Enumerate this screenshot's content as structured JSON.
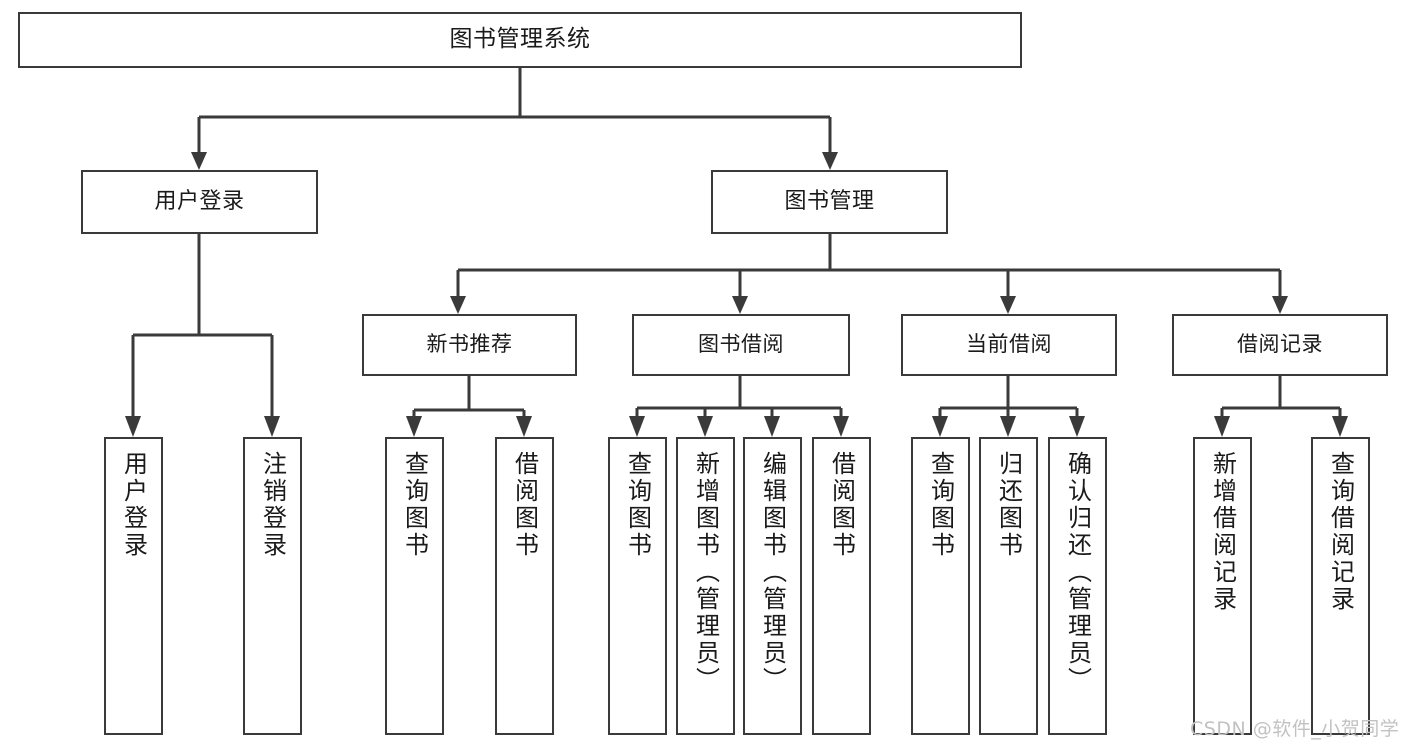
{
  "diagram": {
    "title": "图书管理系统",
    "type": "hierarchy-tree",
    "orientation": "top-down",
    "box_border_color": "#3a3a3a",
    "box_fill_color": "#ffffff",
    "line_color": "#3a3a3a",
    "background_color": "#ffffff",
    "levels": 4,
    "nodes": {
      "root": {
        "label": "图书管理系统",
        "level": 1,
        "text_direction": "horizontal"
      },
      "l2": [
        {
          "id": "user-login",
          "label": "用户登录",
          "level": 2,
          "text_direction": "horizontal"
        },
        {
          "id": "book-manage",
          "label": "图书管理",
          "level": 2,
          "text_direction": "horizontal"
        }
      ],
      "l3": [
        {
          "id": "new-book-recommend",
          "label": "新书推荐",
          "level": 3,
          "text_direction": "horizontal",
          "parent": "book-manage"
        },
        {
          "id": "book-borrow",
          "label": "图书借阅",
          "level": 3,
          "text_direction": "horizontal",
          "parent": "book-manage"
        },
        {
          "id": "current-borrow",
          "label": "当前借阅",
          "level": 3,
          "text_direction": "horizontal",
          "parent": "book-manage"
        },
        {
          "id": "borrow-record",
          "label": "借阅记录",
          "level": 3,
          "text_direction": "horizontal",
          "parent": "book-manage"
        }
      ],
      "leaves": [
        {
          "id": "leaf-user-login",
          "label": "用户登录",
          "parent": "user-login",
          "text_direction": "vertical"
        },
        {
          "id": "leaf-logout-login",
          "label": "注销登录",
          "parent": "user-login",
          "text_direction": "vertical"
        },
        {
          "id": "leaf-query-book-1",
          "label": "查询图书",
          "parent": "new-book-recommend",
          "text_direction": "vertical"
        },
        {
          "id": "leaf-borrow-book-1",
          "label": "借阅图书",
          "parent": "new-book-recommend",
          "text_direction": "vertical"
        },
        {
          "id": "leaf-query-book-2",
          "label": "查询图书",
          "parent": "book-borrow",
          "text_direction": "vertical"
        },
        {
          "id": "leaf-add-book",
          "label": "新增图书（管理员）",
          "parent": "book-borrow",
          "text_direction": "vertical"
        },
        {
          "id": "leaf-edit-book",
          "label": "编辑图书（管理员）",
          "parent": "book-borrow",
          "text_direction": "vertical"
        },
        {
          "id": "leaf-borrow-book-2",
          "label": "借阅图书",
          "parent": "book-borrow",
          "text_direction": "vertical"
        },
        {
          "id": "leaf-query-book-3",
          "label": "查询图书",
          "parent": "current-borrow",
          "text_direction": "vertical"
        },
        {
          "id": "leaf-return-book",
          "label": "归还图书",
          "parent": "current-borrow",
          "text_direction": "vertical"
        },
        {
          "id": "leaf-confirm-return",
          "label": "确认归还（管理员）",
          "parent": "current-borrow",
          "text_direction": "vertical"
        },
        {
          "id": "leaf-add-record",
          "label": "新增借阅记录",
          "parent": "borrow-record",
          "text_direction": "vertical"
        },
        {
          "id": "leaf-query-record",
          "label": "查询借阅记录",
          "parent": "borrow-record",
          "text_direction": "vertical"
        }
      ]
    }
  },
  "watermark": {
    "text": "CSDN @软件_小贺同学"
  }
}
